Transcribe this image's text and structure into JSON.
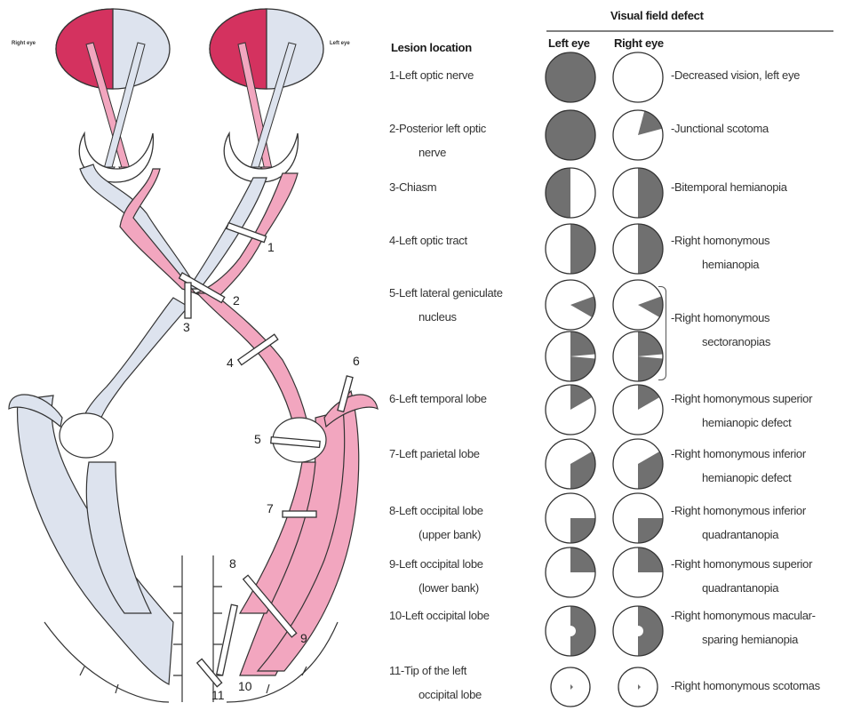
{
  "diagram": {
    "eyes": {
      "right_eye_label": "Right eye",
      "left_eye_label": "Left eye"
    },
    "lesion_numbers": [
      "1",
      "2",
      "3",
      "4",
      "5",
      "6",
      "7",
      "8",
      "9",
      "10",
      "11"
    ]
  },
  "table": {
    "title": "Visual field defect",
    "lesion_header": "Lesion location",
    "left_eye_header": "Left eye",
    "right_eye_header": "Right eye",
    "rows": [
      {
        "lesion": "1-Left optic nerve",
        "defect": "-Decreased vision, left eye"
      },
      {
        "lesion": "2-Posterior left optic\nnerve",
        "defect": "-Junctional scotoma"
      },
      {
        "lesion": "3-Chiasm",
        "defect": "-Bitemporal hemianopia"
      },
      {
        "lesion": "4-Left optic tract",
        "defect": "-Right homonymous\nhemianopia"
      },
      {
        "lesion": "5-Left lateral geniculate\nnucleus",
        "defect": "-Right homonymous\nsectoranopias"
      },
      {
        "lesion": "6-Left temporal lobe",
        "defect": "-Right homonymous superior\nhemianopic defect"
      },
      {
        "lesion": "7-Left parietal lobe",
        "defect": "-Right homonymous inferior\nhemianopic defect"
      },
      {
        "lesion": "8-Left occipital lobe\n(upper bank)",
        "defect": "-Right homonymous inferior\nquadrantanopia"
      },
      {
        "lesion": "9-Left occipital lobe\n(lower bank)",
        "defect": "-Right homonymous superior\nquadrantanopia"
      },
      {
        "lesion": "10-Left occipital lobe",
        "defect": "-Right homonymous macular-\nsparing hemianopia"
      },
      {
        "lesion": "11-Tip of the left\noccipital lobe",
        "defect": "-Right homonymous scotomas"
      }
    ]
  },
  "colors": {
    "pink": "#f2a6bf",
    "magenta": "#d4325f",
    "pale_blue": "#dde3ee",
    "defect_gray": "#707070",
    "stroke": "#333333"
  }
}
